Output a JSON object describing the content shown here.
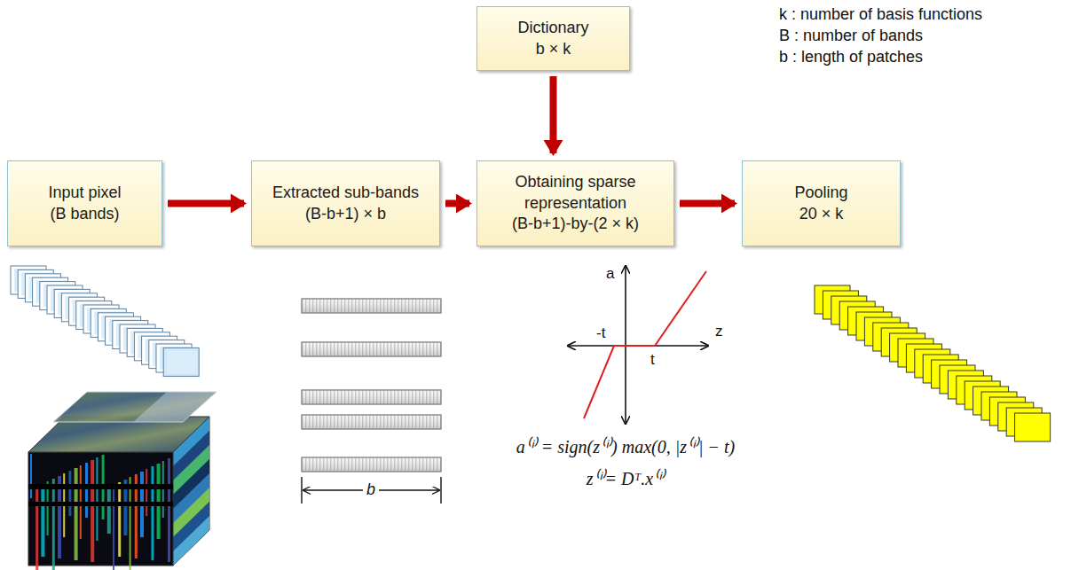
{
  "diagram": {
    "nodes": [
      {
        "text": [
          "Dictionary",
          "b × k"
        ]
      },
      {
        "text": [
          "Input pixel",
          "(B bands)"
        ]
      },
      {
        "text": [
          "Extracted sub-bands",
          "(B-b+1) × b"
        ]
      },
      {
        "text": [
          "Obtaining sparse representation",
          "(B-b+1)-by-(2 × k)"
        ]
      },
      {
        "text": [
          "Pooling",
          "20 × k"
        ]
      }
    ],
    "edges": [
      {
        "from": 1,
        "to": 2,
        "arrow": "to"
      },
      {
        "from": 2,
        "to": 3,
        "arrow": "to"
      },
      {
        "from": 0,
        "to": 3,
        "arrow": "to"
      },
      {
        "from": 3,
        "to": 4,
        "arrow": "to"
      }
    ],
    "labels": [
      "k : number of basis functions",
      "B : number of bands",
      "b : length of patches",
      "b",
      "a",
      "z",
      "-t",
      "t",
      "a⁽ⁱ⁾ = sign(z⁽ⁱ⁾) max(0, |z⁽ⁱ⁾| − t)",
      "z⁽ⁱ⁾= Dᵀ.x⁽ⁱ⁾"
    ]
  }
}
